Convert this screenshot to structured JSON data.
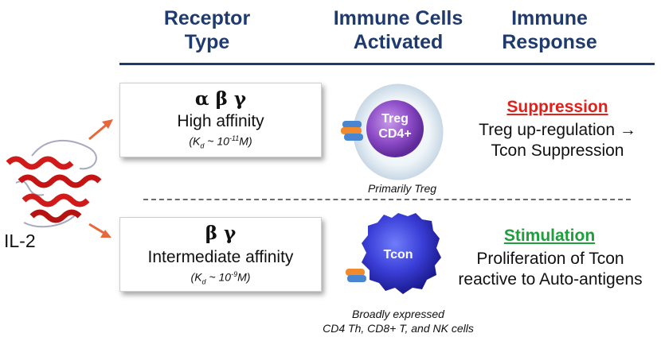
{
  "headers": {
    "receptor_type": [
      "Receptor",
      "Type"
    ],
    "immune_cells": [
      "Immune Cells",
      "Activated"
    ],
    "immune_response": [
      "Immune",
      "Response"
    ]
  },
  "ligand": {
    "label": "IL-2"
  },
  "rows": [
    {
      "greek": "α β γ",
      "affinity": "High affinity",
      "kd_prefix": "(K",
      "kd_sub": "d",
      "kd_mid": " ~ 10",
      "kd_sup": "-11",
      "kd_suffix": "M)",
      "cell_label_1": "Treg",
      "cell_label_2": "CD4+",
      "cell_caption": [
        "Primarily Treg"
      ],
      "response_title": "Suppression",
      "response_lines": [
        "Treg up-regulation →",
        "Tcon Suppression"
      ]
    },
    {
      "greek": "β γ",
      "affinity": "Intermediate affinity",
      "kd_prefix": "(K",
      "kd_sub": "d",
      "kd_mid": " ~ 10",
      "kd_sup": "-9",
      "kd_suffix": "M)",
      "cell_label_1": "Tcon",
      "cell_caption": [
        "Broadly expressed",
        "CD4 Th, CD8+ T, and NK cells"
      ],
      "response_title": "Stimulation",
      "response_lines": [
        "Proliferation of Tcon",
        "reactive to Auto-antigens"
      ]
    }
  ],
  "colors": {
    "header": "#1f3b6e",
    "suppression": "#e0201b",
    "stimulation": "#1f9e3c",
    "arrow": "#e8683a",
    "protein": "#d11b1b",
    "receptor_orange": "#f08a2c",
    "receptor_blue": "#4a86d0"
  }
}
